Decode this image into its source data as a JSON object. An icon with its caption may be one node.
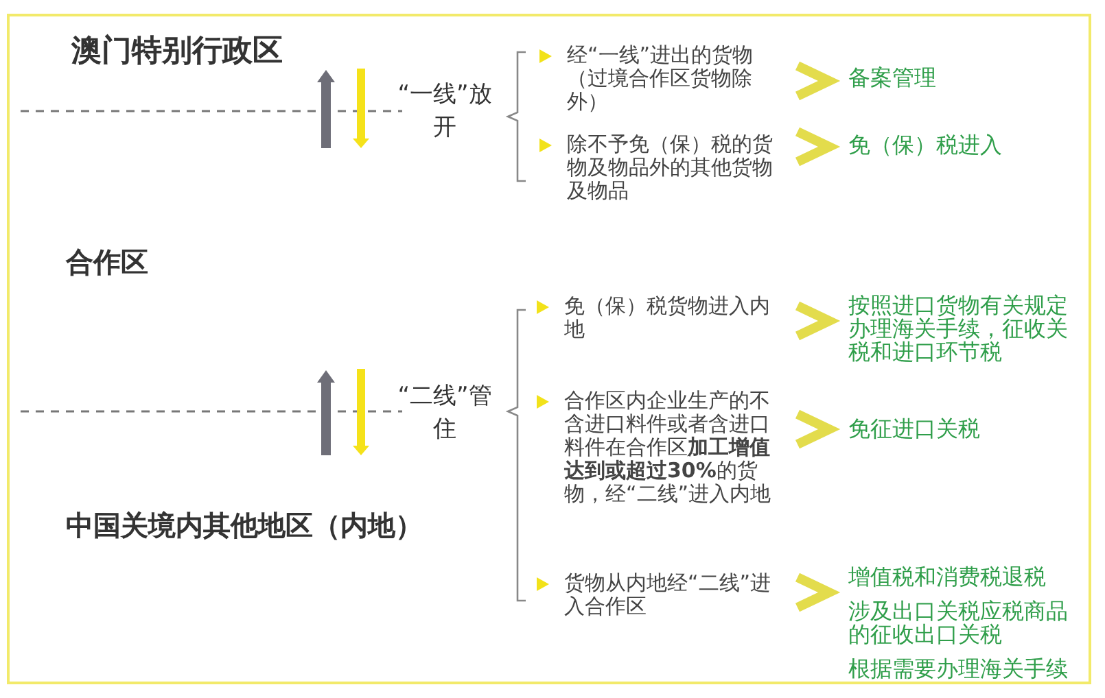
{
  "diagram": {
    "nodes": [
      {
        "text": [
          "经“一线”进出的货物（过境合作区货物除外）"
        ]
      },
      {
        "text": [
          "备案管理"
        ]
      },
      {
        "text": [
          "除不予免（保）税的货物及物品外的其他货物及物品"
        ]
      },
      {
        "text": [
          "免（保）税进入"
        ]
      },
      {
        "text": [
          "免（保）税货物进入内地"
        ]
      },
      {
        "text": [
          "按照进口货物有关规定办理海关手续，征收关税和进口环节税"
        ]
      },
      {
        "text": [
          "合作区内企业生产的不含进口料件或者含进口料件在合作区**加工增值达到或超过30%**的货物，经“二线”进入内地"
        ]
      },
      {
        "text": [
          "免征进口关税"
        ]
      },
      {
        "text": [
          "货物从内地经“二线”进入合作区"
        ]
      },
      {
        "text": [
          "增值税和消费税退税",
          "涉及出口关税应税商品的征收出口关税",
          "根据需要办理海关手续"
        ]
      }
    ],
    "edges": [
      {
        "from": 0,
        "to": 1,
        "arrow": "to"
      },
      {
        "from": 2,
        "to": 3,
        "arrow": "to"
      },
      {
        "from": 4,
        "to": 5,
        "arrow": "to"
      },
      {
        "from": 6,
        "to": 7,
        "arrow": "to"
      },
      {
        "from": 8,
        "to": 9,
        "arrow": "to"
      }
    ],
    "labels": [
      "澳门特别行政区",
      "“一线”放开",
      "合作区",
      "“二线”管住",
      "中国关境内其他地区（内地）"
    ]
  }
}
